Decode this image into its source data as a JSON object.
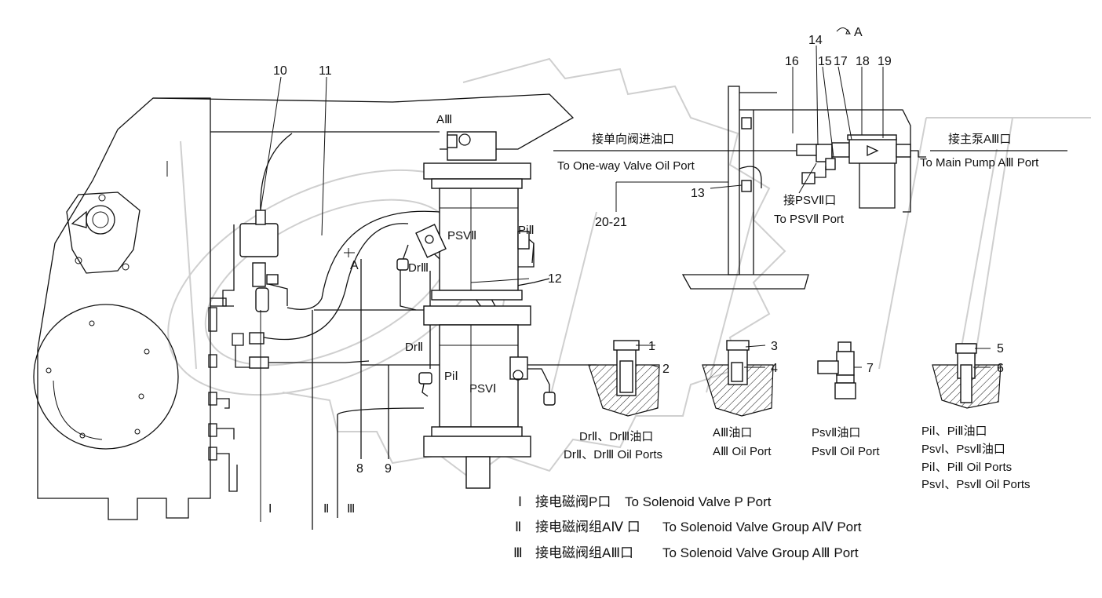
{
  "view_marker": {
    "top": "A",
    "mid": "A"
  },
  "callouts": [
    "1",
    "2",
    "3",
    "4",
    "5",
    "6",
    "7",
    "8",
    "9",
    "10",
    "11",
    "12",
    "13",
    "14",
    "15",
    "16",
    "17",
    "18",
    "19",
    "20-21"
  ],
  "ports": {
    "a3": "AⅢ",
    "psv2": "PSVⅡ",
    "pi2": "PiⅡ",
    "dr3": "DrⅢ",
    "dr2": "DrⅡ",
    "pi1": "PiⅠ",
    "psv1": "PSVⅠ"
  },
  "connections": {
    "oneway_cn": "接单向阀进油口",
    "oneway_en": "To One-way Valve Oil Port",
    "mainpump_cn": "接主泵AⅢ口",
    "mainpump_en": "To Main Pump AⅢ Port",
    "psv2_cn": "接PSVⅡ口",
    "psv2_en": "To PSVⅡ Port"
  },
  "detail_captions": {
    "dr_cn": "DrⅡ、DrⅢ油口",
    "dr_en": "DrⅡ、DrⅢ Oil Ports",
    "a3_cn": "AⅢ油口",
    "a3_en": "AⅢ Oil Port",
    "psv2_cn": "PsvⅡ油口",
    "psv2_en": "PsvⅡ Oil Port",
    "pi_cn": "PiⅠ、PiⅡ油口",
    "psv_cn": "PsvⅠ、PsvⅡ油口",
    "pi_en": "PiⅠ、PiⅡ Oil Ports",
    "psv_en": "PsvⅠ、PsvⅡ Oil Ports"
  },
  "line_ids": {
    "l1": "Ⅰ",
    "l2": "Ⅱ",
    "l3": "Ⅲ"
  },
  "legend": [
    {
      "id": "Ⅰ",
      "cn": "接电磁阀P口",
      "en": "To Solenoid Valve P Port"
    },
    {
      "id": "Ⅱ",
      "cn": "接电磁阀组AⅣ 口",
      "en": "To Solenoid Valve Group AⅣ Port"
    },
    {
      "id": "Ⅲ",
      "cn": "接电磁阀组AⅢ口",
      "en": "To Solenoid Valve Group AⅢ Port"
    }
  ]
}
